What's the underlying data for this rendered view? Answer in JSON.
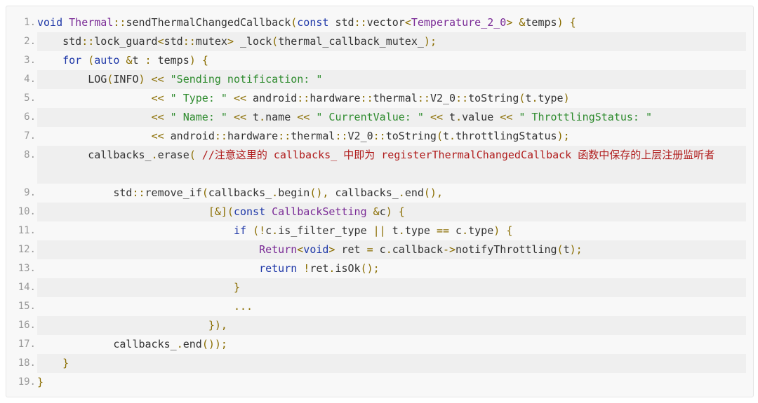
{
  "code": {
    "lines": [
      {
        "n": "1.",
        "tokens": [
          [
            "kw",
            "void"
          ],
          [
            "id",
            " "
          ],
          [
            "ty",
            "Thermal"
          ],
          [
            "op",
            "::"
          ],
          [
            "id",
            "sendThermalChangedCallback"
          ],
          [
            "pn",
            "("
          ],
          [
            "kw",
            "const"
          ],
          [
            "id",
            " std"
          ],
          [
            "op",
            "::"
          ],
          [
            "id",
            "vector"
          ],
          [
            "op",
            "<"
          ],
          [
            "ty",
            "Temperature_2_0"
          ],
          [
            "op",
            ">"
          ],
          [
            "id",
            " "
          ],
          [
            "op",
            "&"
          ],
          [
            "id",
            "temps"
          ],
          [
            "pn",
            ")"
          ],
          [
            "id",
            " "
          ],
          [
            "pn",
            "{"
          ]
        ]
      },
      {
        "n": "2.",
        "tokens": [
          [
            "id",
            "    std"
          ],
          [
            "op",
            "::"
          ],
          [
            "id",
            "lock_guard"
          ],
          [
            "op",
            "<"
          ],
          [
            "id",
            "std"
          ],
          [
            "op",
            "::"
          ],
          [
            "id",
            "mutex"
          ],
          [
            "op",
            ">"
          ],
          [
            "id",
            " _lock"
          ],
          [
            "pn",
            "("
          ],
          [
            "id",
            "thermal_callback_mutex_"
          ],
          [
            "pn",
            ")"
          ],
          [
            "op",
            ";"
          ]
        ]
      },
      {
        "n": "3.",
        "tokens": [
          [
            "id",
            "    "
          ],
          [
            "kw",
            "for"
          ],
          [
            "id",
            " "
          ],
          [
            "pn",
            "("
          ],
          [
            "kw",
            "auto"
          ],
          [
            "id",
            " "
          ],
          [
            "op",
            "&"
          ],
          [
            "id",
            "t "
          ],
          [
            "op",
            ":"
          ],
          [
            "id",
            " temps"
          ],
          [
            "pn",
            ")"
          ],
          [
            "id",
            " "
          ],
          [
            "pn",
            "{"
          ]
        ]
      },
      {
        "n": "4.",
        "tokens": [
          [
            "id",
            "        LOG"
          ],
          [
            "pn",
            "("
          ],
          [
            "id",
            "INFO"
          ],
          [
            "pn",
            ")"
          ],
          [
            "id",
            " "
          ],
          [
            "op",
            "<<"
          ],
          [
            "id",
            " "
          ],
          [
            "str",
            "\"Sending notification: \""
          ]
        ]
      },
      {
        "n": "5.",
        "tokens": [
          [
            "id",
            "                  "
          ],
          [
            "op",
            "<<"
          ],
          [
            "id",
            " "
          ],
          [
            "str",
            "\" Type: \""
          ],
          [
            "id",
            " "
          ],
          [
            "op",
            "<<"
          ],
          [
            "id",
            " android"
          ],
          [
            "op",
            "::"
          ],
          [
            "id",
            "hardware"
          ],
          [
            "op",
            "::"
          ],
          [
            "id",
            "thermal"
          ],
          [
            "op",
            "::"
          ],
          [
            "id",
            "V2_0"
          ],
          [
            "op",
            "::"
          ],
          [
            "id",
            "toString"
          ],
          [
            "pn",
            "("
          ],
          [
            "id",
            "t"
          ],
          [
            "op",
            "."
          ],
          [
            "id",
            "type"
          ],
          [
            "pn",
            ")"
          ]
        ]
      },
      {
        "n": "6.",
        "tokens": [
          [
            "id",
            "                  "
          ],
          [
            "op",
            "<<"
          ],
          [
            "id",
            " "
          ],
          [
            "str",
            "\" Name: \""
          ],
          [
            "id",
            " "
          ],
          [
            "op",
            "<<"
          ],
          [
            "id",
            " t"
          ],
          [
            "op",
            "."
          ],
          [
            "id",
            "name "
          ],
          [
            "op",
            "<<"
          ],
          [
            "id",
            " "
          ],
          [
            "str",
            "\" CurrentValue: \""
          ],
          [
            "id",
            " "
          ],
          [
            "op",
            "<<"
          ],
          [
            "id",
            " t"
          ],
          [
            "op",
            "."
          ],
          [
            "id",
            "value "
          ],
          [
            "op",
            "<<"
          ],
          [
            "id",
            " "
          ],
          [
            "str",
            "\" ThrottlingStatus: \""
          ]
        ]
      },
      {
        "n": "7.",
        "tokens": [
          [
            "id",
            "                  "
          ],
          [
            "op",
            "<<"
          ],
          [
            "id",
            " android"
          ],
          [
            "op",
            "::"
          ],
          [
            "id",
            "hardware"
          ],
          [
            "op",
            "::"
          ],
          [
            "id",
            "thermal"
          ],
          [
            "op",
            "::"
          ],
          [
            "id",
            "V2_0"
          ],
          [
            "op",
            "::"
          ],
          [
            "id",
            "toString"
          ],
          [
            "pn",
            "("
          ],
          [
            "id",
            "t"
          ],
          [
            "op",
            "."
          ],
          [
            "id",
            "throttlingStatus"
          ],
          [
            "pn",
            ")"
          ],
          [
            "op",
            ";"
          ]
        ]
      },
      {
        "n": "8.",
        "tall": true,
        "tokens": [
          [
            "id",
            "        callbacks_"
          ],
          [
            "op",
            "."
          ],
          [
            "id",
            "erase"
          ],
          [
            "pn",
            "("
          ],
          [
            "id",
            " "
          ],
          [
            "cmt",
            "//注意这里的 callbacks_ 中即为 registerThermalChangedCallback 函数中保存的上层注册监听者"
          ]
        ]
      },
      {
        "n": "9.",
        "tokens": [
          [
            "id",
            "            std"
          ],
          [
            "op",
            "::"
          ],
          [
            "id",
            "remove_if"
          ],
          [
            "pn",
            "("
          ],
          [
            "id",
            "callbacks_"
          ],
          [
            "op",
            "."
          ],
          [
            "id",
            "begin"
          ],
          [
            "pn",
            "()"
          ],
          [
            "op",
            ","
          ],
          [
            "id",
            " callbacks_"
          ],
          [
            "op",
            "."
          ],
          [
            "id",
            "end"
          ],
          [
            "pn",
            "()"
          ],
          [
            "op",
            ","
          ]
        ]
      },
      {
        "n": "10.",
        "tokens": [
          [
            "id",
            "                           "
          ],
          [
            "pn",
            "[&]("
          ],
          [
            "kw",
            "const"
          ],
          [
            "id",
            " "
          ],
          [
            "ty",
            "CallbackSetting"
          ],
          [
            "id",
            " "
          ],
          [
            "op",
            "&"
          ],
          [
            "id",
            "c"
          ],
          [
            "pn",
            ")"
          ],
          [
            "id",
            " "
          ],
          [
            "pn",
            "{"
          ]
        ]
      },
      {
        "n": "11.",
        "tokens": [
          [
            "id",
            "                               "
          ],
          [
            "kw",
            "if"
          ],
          [
            "id",
            " "
          ],
          [
            "pn",
            "("
          ],
          [
            "op",
            "!"
          ],
          [
            "id",
            "c"
          ],
          [
            "op",
            "."
          ],
          [
            "id",
            "is_filter_type "
          ],
          [
            "op",
            "||"
          ],
          [
            "id",
            " t"
          ],
          [
            "op",
            "."
          ],
          [
            "id",
            "type "
          ],
          [
            "op",
            "=="
          ],
          [
            "id",
            " c"
          ],
          [
            "op",
            "."
          ],
          [
            "id",
            "type"
          ],
          [
            "pn",
            ")"
          ],
          [
            "id",
            " "
          ],
          [
            "pn",
            "{"
          ]
        ]
      },
      {
        "n": "12.",
        "tokens": [
          [
            "id",
            "                                   "
          ],
          [
            "ty",
            "Return"
          ],
          [
            "op",
            "<"
          ],
          [
            "kw",
            "void"
          ],
          [
            "op",
            ">"
          ],
          [
            "id",
            " ret "
          ],
          [
            "op",
            "="
          ],
          [
            "id",
            " c"
          ],
          [
            "op",
            "."
          ],
          [
            "id",
            "callback"
          ],
          [
            "op",
            "->"
          ],
          [
            "id",
            "notifyThrottling"
          ],
          [
            "pn",
            "("
          ],
          [
            "id",
            "t"
          ],
          [
            "pn",
            ")"
          ],
          [
            "op",
            ";"
          ]
        ]
      },
      {
        "n": "13.",
        "tokens": [
          [
            "id",
            "                                   "
          ],
          [
            "kw",
            "return"
          ],
          [
            "id",
            " "
          ],
          [
            "op",
            "!"
          ],
          [
            "id",
            "ret"
          ],
          [
            "op",
            "."
          ],
          [
            "id",
            "isOk"
          ],
          [
            "pn",
            "()"
          ],
          [
            "op",
            ";"
          ]
        ]
      },
      {
        "n": "14.",
        "tokens": [
          [
            "id",
            "                               "
          ],
          [
            "pn",
            "}"
          ]
        ]
      },
      {
        "n": "15.",
        "tokens": [
          [
            "id",
            "                               "
          ],
          [
            "op",
            "..."
          ]
        ]
      },
      {
        "n": "16.",
        "tokens": [
          [
            "id",
            "                           "
          ],
          [
            "pn",
            "})"
          ],
          [
            "op",
            ","
          ]
        ]
      },
      {
        "n": "17.",
        "tokens": [
          [
            "id",
            "            callbacks_"
          ],
          [
            "op",
            "."
          ],
          [
            "id",
            "end"
          ],
          [
            "pn",
            "())"
          ],
          [
            "op",
            ";"
          ]
        ]
      },
      {
        "n": "18.",
        "tokens": [
          [
            "id",
            "    "
          ],
          [
            "pn",
            "}"
          ]
        ]
      },
      {
        "n": "19.",
        "tokens": [
          [
            "pn",
            "}"
          ]
        ]
      }
    ]
  }
}
